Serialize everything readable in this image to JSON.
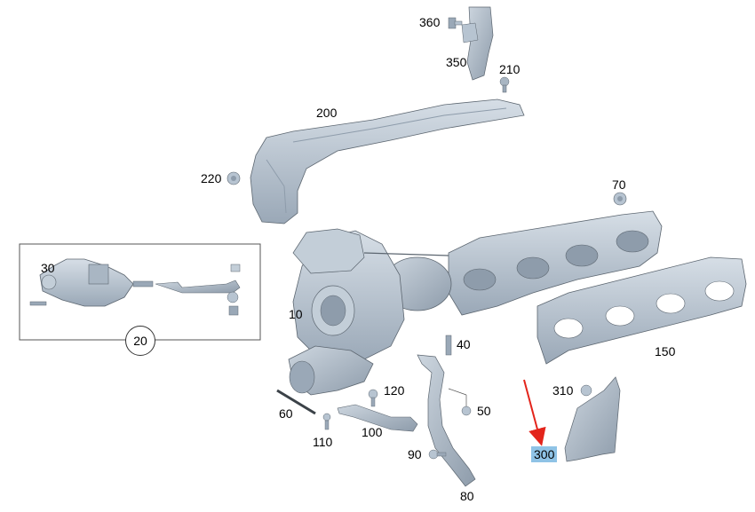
{
  "diagram": {
    "labels": {
      "p360": "360",
      "p350": "350",
      "p210": "210",
      "p200": "200",
      "p220": "220",
      "p70": "70",
      "p30": "30",
      "p10": "10",
      "p40": "40",
      "p150": "150",
      "p120": "120",
      "p310": "310",
      "p60": "60",
      "p50": "50",
      "p100": "100",
      "p110": "110",
      "p90": "90",
      "p300": "300",
      "p80": "80",
      "group20": "20"
    },
    "colors": {
      "part_fill": "#b7c4d1",
      "part_shade": "#8e9cab",
      "part_light": "#d6dee6",
      "outline": "#5c6670",
      "arrow": "#e3241b",
      "highlight": "#8fc3e6"
    }
  }
}
